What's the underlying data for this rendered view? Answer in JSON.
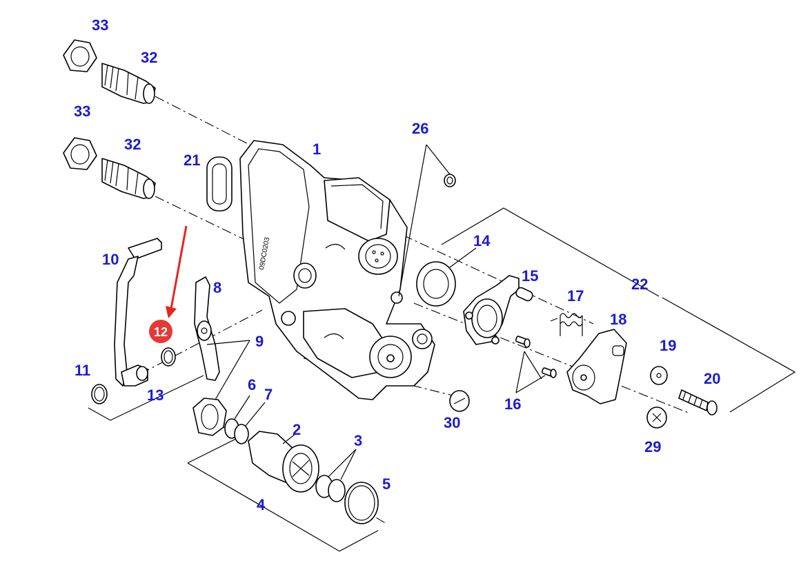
{
  "diagram": {
    "callouts": [
      {
        "id": "33a",
        "label": "33"
      },
      {
        "id": "32a",
        "label": "32"
      },
      {
        "id": "33b",
        "label": "33"
      },
      {
        "id": "32b",
        "label": "32"
      },
      {
        "id": "21",
        "label": "21"
      },
      {
        "id": "1",
        "label": "1"
      },
      {
        "id": "26",
        "label": "26"
      },
      {
        "id": "14",
        "label": "14"
      },
      {
        "id": "15",
        "label": "15"
      },
      {
        "id": "17",
        "label": "17"
      },
      {
        "id": "22",
        "label": "22"
      },
      {
        "id": "18",
        "label": "18"
      },
      {
        "id": "19",
        "label": "19"
      },
      {
        "id": "20",
        "label": "20"
      },
      {
        "id": "16",
        "label": "16"
      },
      {
        "id": "29",
        "label": "29"
      },
      {
        "id": "30",
        "label": "30"
      },
      {
        "id": "10",
        "label": "10"
      },
      {
        "id": "8",
        "label": "8"
      },
      {
        "id": "9",
        "label": "9"
      },
      {
        "id": "11",
        "label": "11"
      },
      {
        "id": "13",
        "label": "13"
      },
      {
        "id": "6",
        "label": "6"
      },
      {
        "id": "7",
        "label": "7"
      },
      {
        "id": "2",
        "label": "2"
      },
      {
        "id": "3",
        "label": "3"
      },
      {
        "id": "5",
        "label": "5"
      },
      {
        "id": "4",
        "label": "4"
      }
    ],
    "highlight": {
      "label": "12",
      "color": "#e53935"
    },
    "arrow_color": "#e8231e",
    "housing_code": "09DC0203",
    "callout_color": "#1a1ad6"
  }
}
